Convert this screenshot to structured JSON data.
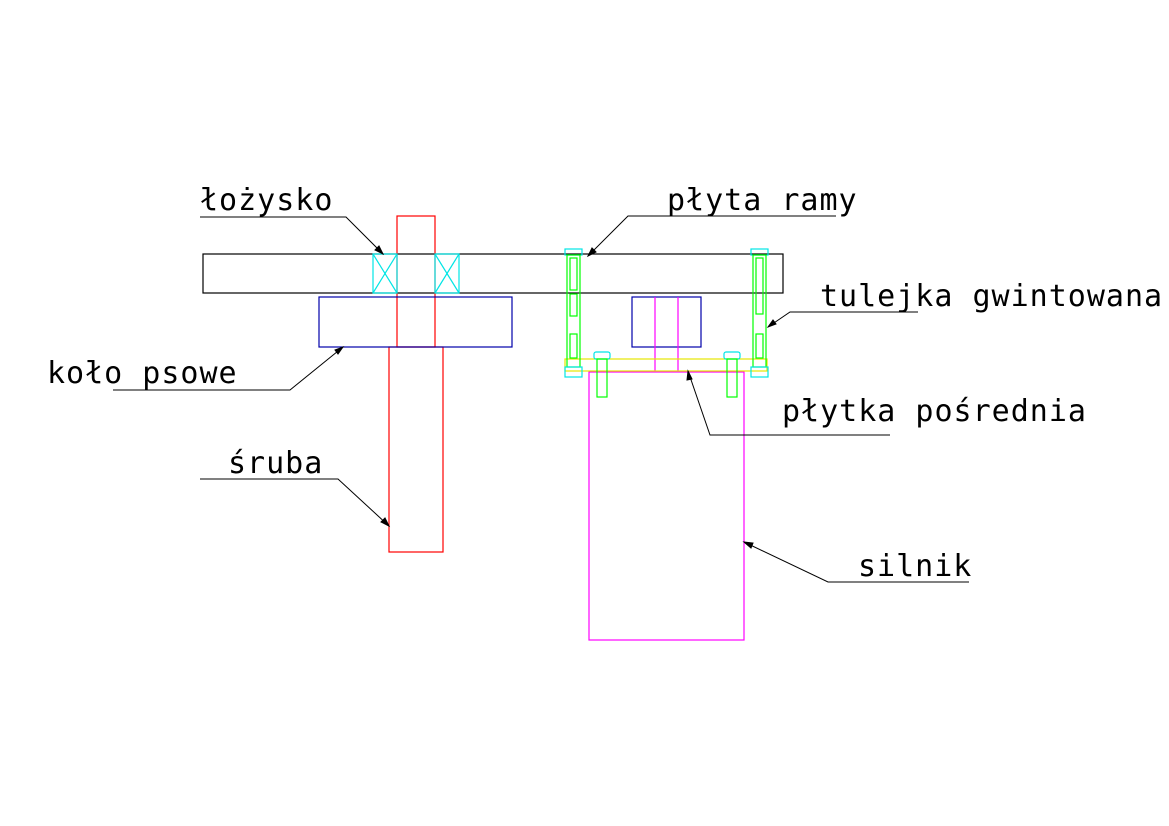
{
  "labels": {
    "bearing": "łożysko",
    "frame_plate": "płyta ramy",
    "threaded_sleeve": "tulejka gwintowana",
    "sprocket": "koło psowe",
    "intermediate_plate": "płytka pośrednia",
    "bolt": "śruba",
    "motor": "silnik"
  },
  "colors": {
    "outline": "#000000",
    "bolt": "#ff0000",
    "sprocket": "#0000aa",
    "bearing": "#00e5e5",
    "sleeve": "#00ff00",
    "motor": "#ff00ff",
    "plate": "#ffff00"
  }
}
